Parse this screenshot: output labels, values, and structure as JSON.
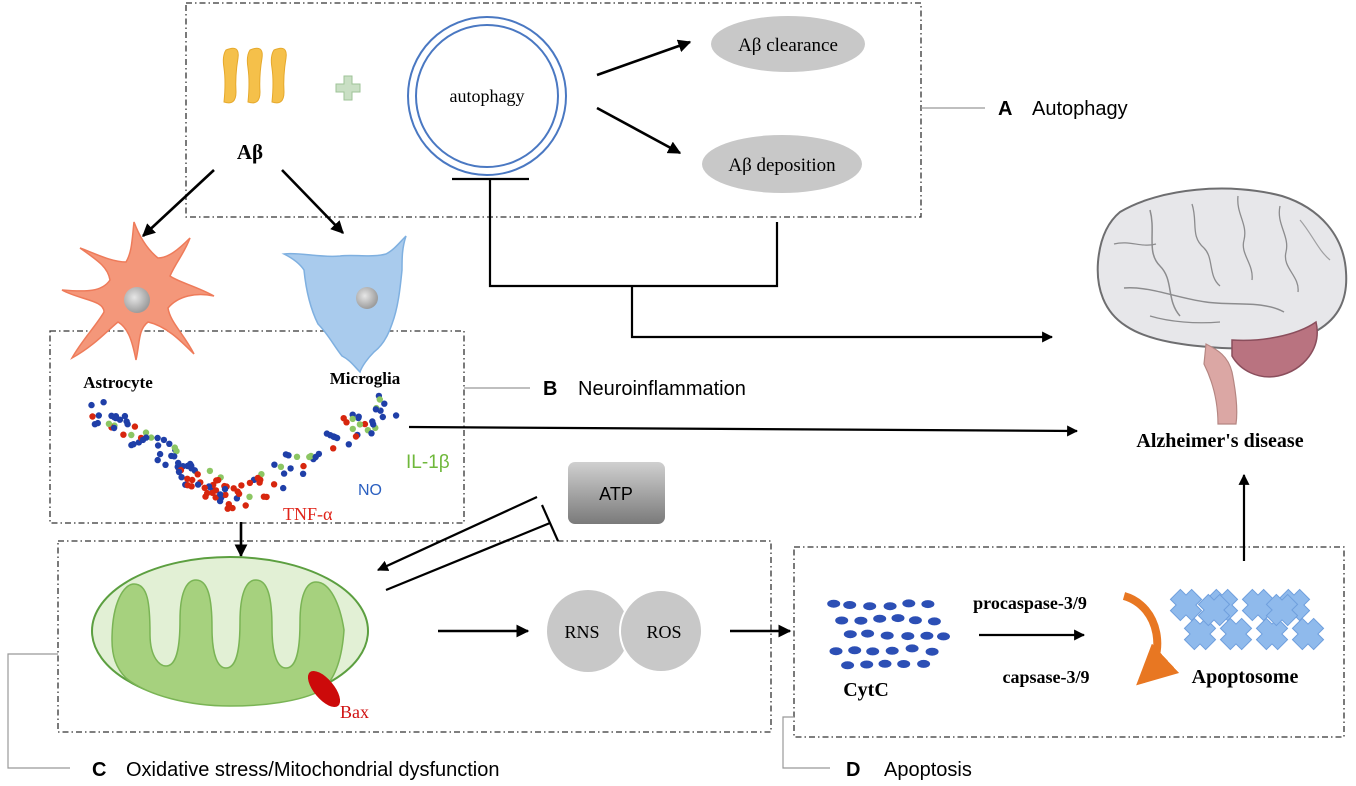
{
  "panels": {
    "a": {
      "letter": "A",
      "title": "Autophagy"
    },
    "b": {
      "letter": "B",
      "title": "Neuroinflammation"
    },
    "c": {
      "letter": "C",
      "title": "Oxidative stress/Mitochondrial dysfunction"
    },
    "d": {
      "letter": "D",
      "title": "Apoptosis"
    }
  },
  "labels": {
    "abeta": "Aβ",
    "autophagy": "autophagy",
    "abeta_clearance": "Aβ clearance",
    "abeta_deposition": "Aβ deposition",
    "astrocyte": "Astrocyte",
    "microglia": "Microglia",
    "il1b": "IL-1β",
    "no": "NO",
    "tnfa": "TNF-α",
    "atp": "ATP",
    "rns": "RNS",
    "ros": "ROS",
    "bax": "Bax",
    "cytc": "CytC",
    "procaspase": "procaspase-3/9",
    "caspase": "capsase-3/9",
    "apoptosome": "Apoptosome",
    "alzheimers": "Alzheimer's disease"
  },
  "colors": {
    "abeta_fibril": "#f5c04a",
    "plus": "#c9dfc4",
    "autophagy_ring": "#4a78c2",
    "ellipse_gray": "#c8c8c8",
    "astrocyte": "#f4977a",
    "microglia": "#a9cbed",
    "dot_blue": "#1f3fa8",
    "dot_green": "#8cc663",
    "dot_red": "#d7260e",
    "il1b_text": "#6fb83b",
    "no_text": "#2a5fc0",
    "tnfa_text": "#e0241a",
    "bax_text": "#d01010",
    "mito_outer": "#e2f0d5",
    "mito_inner": "#a6d17e",
    "bax": "#cc0a0a",
    "cytc": "#2c4fb5",
    "apoptosome": "#8fbaec",
    "curved_arrow": "#e87722",
    "brain": "#e7e7ea",
    "cerebellum": "#b97380",
    "brainstem": "#dba7a4"
  },
  "icons": [
    "amyloid-beta-fibril-icon",
    "plus-icon",
    "astrocyte-cell-icon",
    "microglia-cell-icon",
    "mitochondrion-icon",
    "brain-icon"
  ]
}
